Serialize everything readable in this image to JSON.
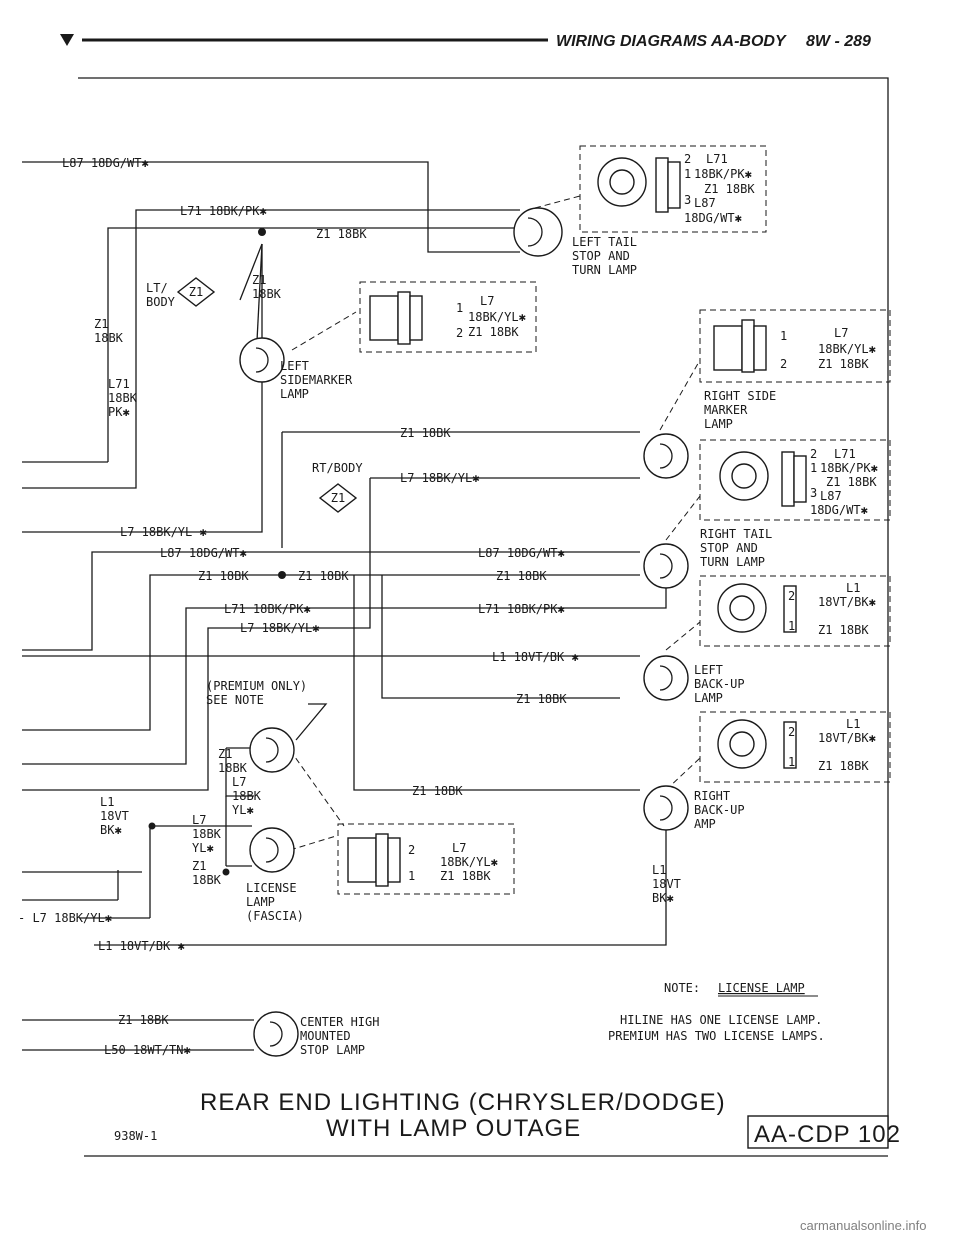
{
  "header": {
    "title": "WIRING DIAGRAMS AA-BODY",
    "page": "8W - 289"
  },
  "lamps": {
    "left_tail": "LEFT TAIL\nSTOP AND\nTURN LAMP",
    "left_sidemarker": "LEFT\nSIDEMARKER\nLAMP",
    "right_side_marker": "RIGHT SIDE\nMARKER\nLAMP",
    "right_tail": "RIGHT TAIL\nSTOP AND\nTURN LAMP",
    "left_backup": "LEFT\nBACK-UP\nLAMP",
    "right_backup": "RIGHT\nBACK-UP\nAMP",
    "license": "LICENSE\nLAMP\n(FASCIA)",
    "chmsl": "CENTER HIGH\nMOUNTED\nSTOP LAMP",
    "premium_note": "(PREMIUM ONLY)\nSEE NOTE"
  },
  "wires": {
    "l87_top": "L87 18DG/WT✱",
    "l71_top": "L71 18BK/PK✱",
    "z1_top": "Z1 18BK",
    "z1_lt_body": "Z1\n18BK",
    "lt_body": "LT/\nBODY",
    "z1_left_vert": "Z1\n18BK",
    "l71_left_vert": "L71\n18BK\nPK✱",
    "z1_rside": "Z1 18BK",
    "rt_body": "RT/BODY",
    "l7_rt": "L7 18BK/YL✱",
    "l7_left": "L7 18BK/YL ✱",
    "l87_mid": "L87 18DG/WT✱",
    "z1_mid": "Z1 18BK",
    "z1_mid2": "Z1 18BK",
    "l87_mid_r": "L87 18DG/WT✱",
    "z1_mid_r": "Z1 18BK",
    "l71_mid": "L71 18BK/PK✱",
    "l7_mid": "L7 18BK/YL✱",
    "l71_mid_r": "L71 18BK/PK✱",
    "l1_backup": "L1 18VT/BK ✱",
    "z1_backup": "Z1 18BK",
    "z1_lic": "Z1\n18BK",
    "l7_lic": "L7\n18BK\nYL✱",
    "l1_left": "L1\n18VT\nBK✱",
    "l7_lic2": "L7\n18BK\nYL✱",
    "z1_lic2": "Z1\n18BK",
    "z1_rbackup": "Z1 18BK",
    "l1_right": "L1\n18VT\nBK✱",
    "l7_bottom": "- L7 18BK/YL✱",
    "l1_bottom": "L1 18VT/BK ✱",
    "z1_chmsl": "Z1 18BK",
    "l50_chmsl": "L50 18WT/TN✱"
  },
  "connectors": {
    "left_tail": [
      "2",
      "L71",
      "1",
      "18BK/PK✱",
      "Z1 18BK",
      "3",
      "L87",
      "18DG/WT✱"
    ],
    "sidemarker": [
      "1",
      "L7",
      "18BK/YL✱",
      "2",
      "Z1 18BK"
    ],
    "right_side": [
      "1",
      "L7",
      "18BK/YL✱",
      "2",
      "Z1 18BK"
    ],
    "right_tail": [
      "2",
      "L71",
      "1",
      "18BK/PK✱",
      "Z1 18BK",
      "3",
      "L87",
      "18DG/WT✱"
    ],
    "left_backup": [
      "2",
      "L1",
      "18VT/BK✱",
      "1",
      "Z1 18BK"
    ],
    "right_backup": [
      "2",
      "L1",
      "18VT/BK✱",
      "1",
      "Z1 18BK"
    ],
    "license": [
      "2",
      "L7",
      "18BK/YL✱",
      "1",
      "Z1 18BK"
    ]
  },
  "splices": {
    "z1": "Z1"
  },
  "note": {
    "label": "NOTE:",
    "title": "LICENSE LAMP",
    "line1": "HILINE HAS ONE LICENSE LAMP.",
    "line2": "PREMIUM HAS TWO LICENSE LAMPS."
  },
  "footer": {
    "title1": "REAR END LIGHTING (CHRYSLER/DODGE)",
    "title2": "WITH LAMP OUTAGE",
    "figure_id": "938W-1",
    "code": "AA-CDP 102",
    "watermark": "carmanualsonline.info"
  }
}
